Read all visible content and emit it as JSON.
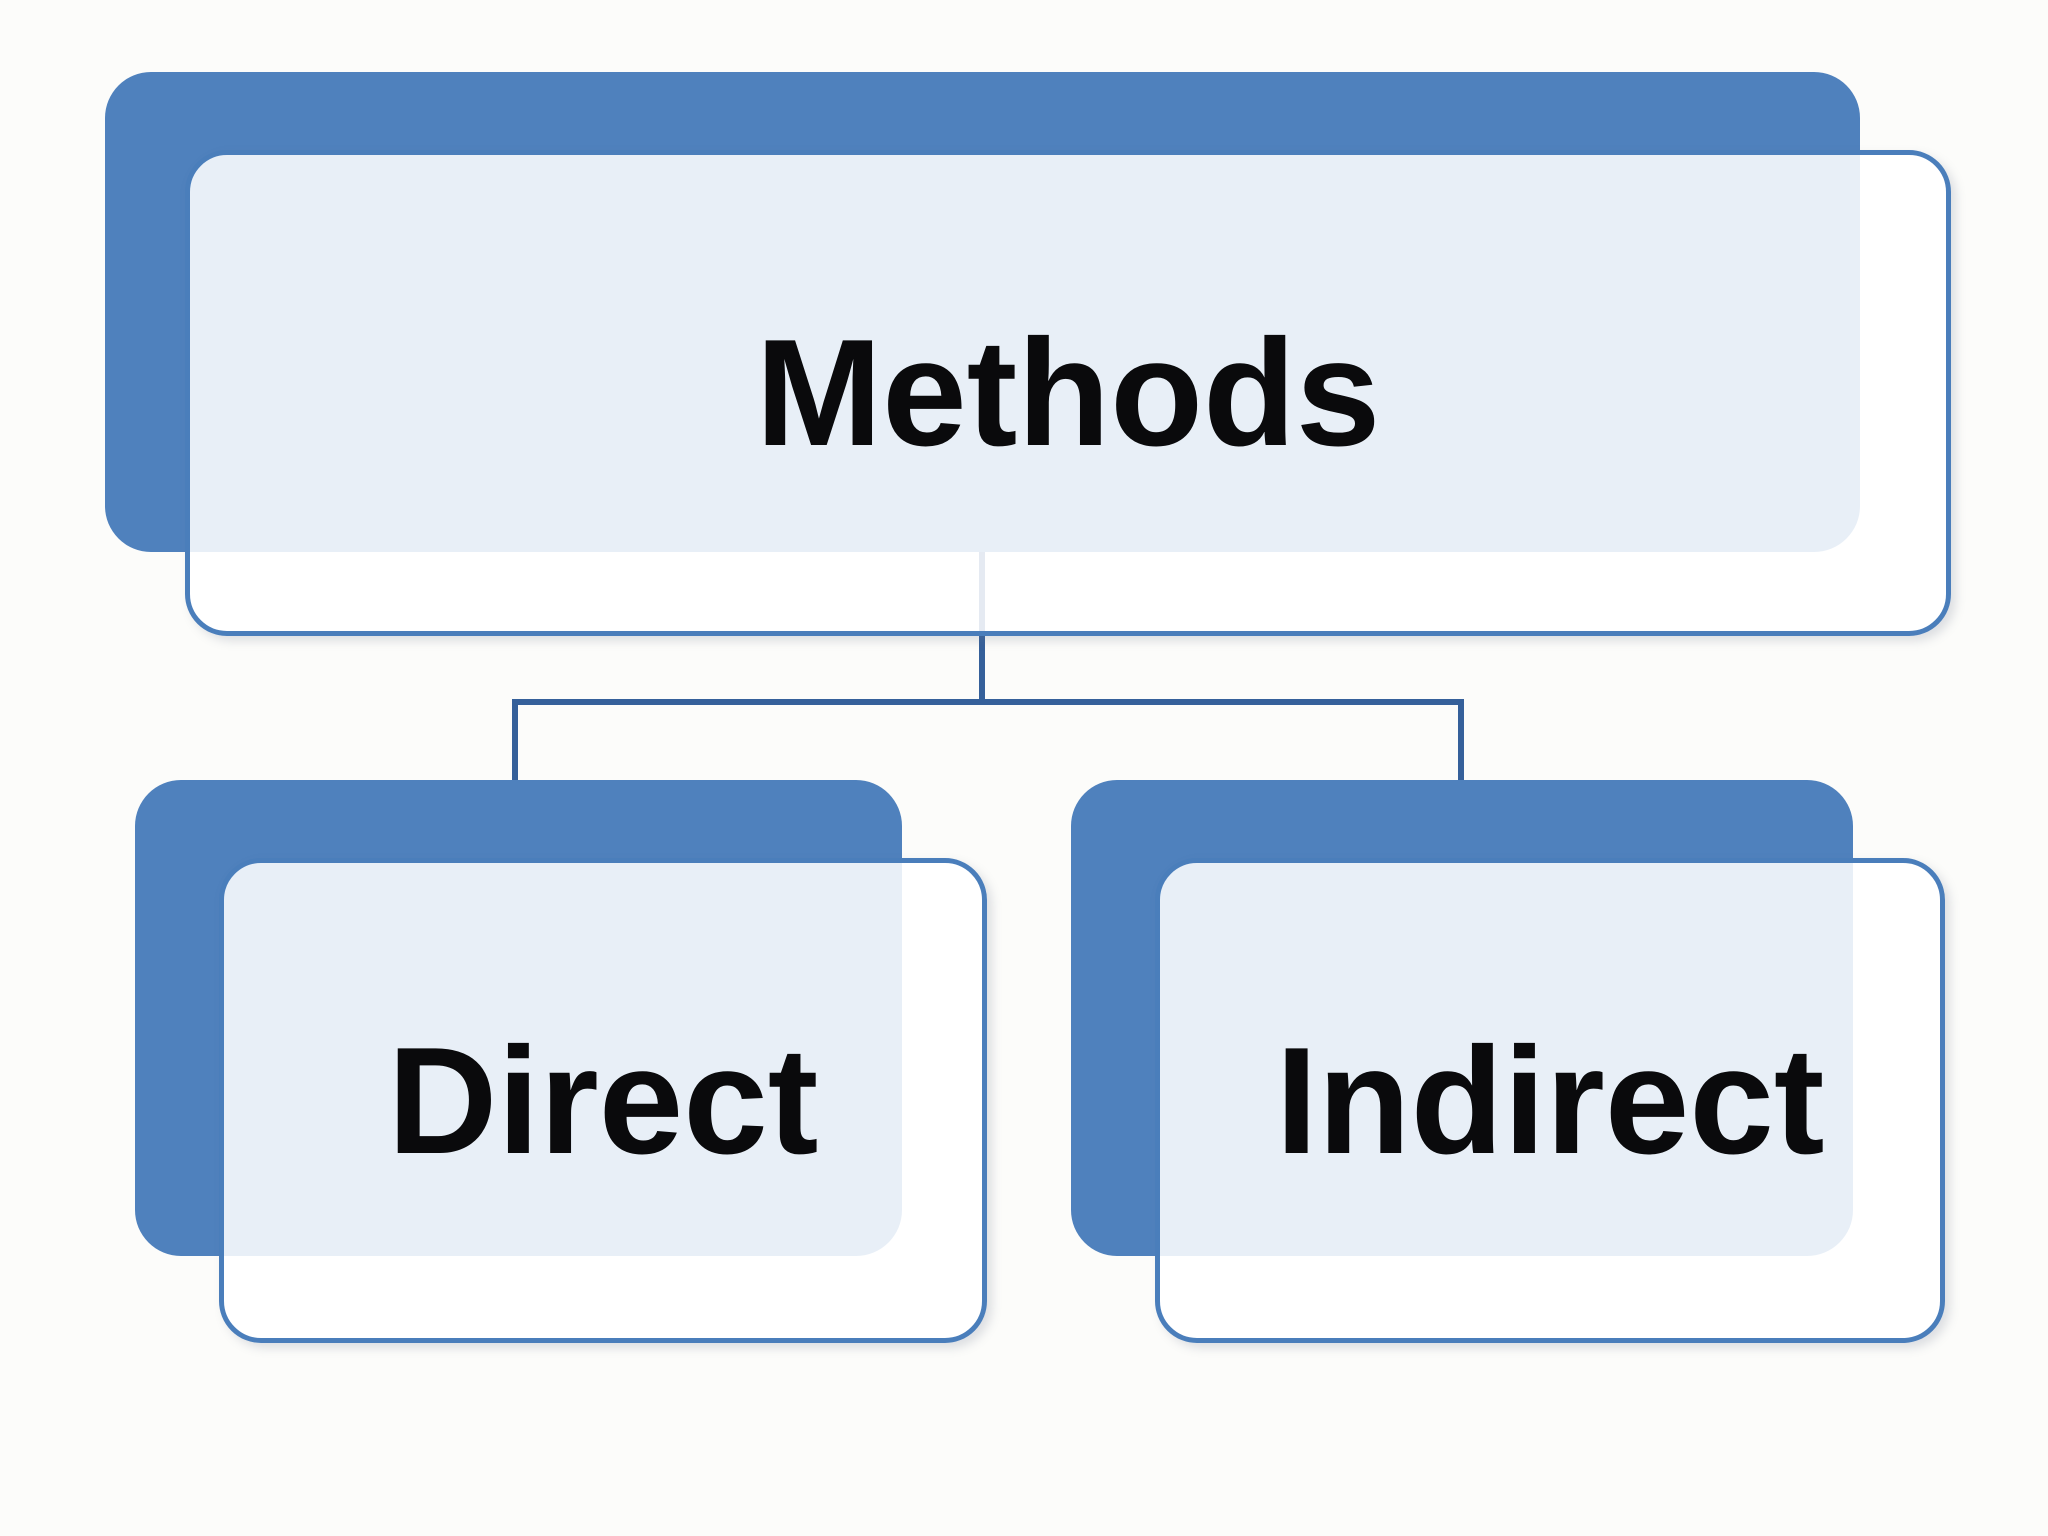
{
  "diagram": {
    "type": "hierarchy",
    "root": {
      "label": "Methods"
    },
    "children": [
      {
        "label": "Direct"
      },
      {
        "label": "Indirect"
      }
    ],
    "edges": [
      {
        "from": "Methods",
        "to": "Direct"
      },
      {
        "from": "Methods",
        "to": "Indirect"
      }
    ]
  },
  "colors": {
    "shape_blue": "#4F81BD",
    "card_border": "#4A7EBB",
    "connector": "#35609A",
    "card_fill": "rgba(255,255,255,0.87)",
    "text": "#0A0A0C",
    "background": "#FCFCFA"
  }
}
